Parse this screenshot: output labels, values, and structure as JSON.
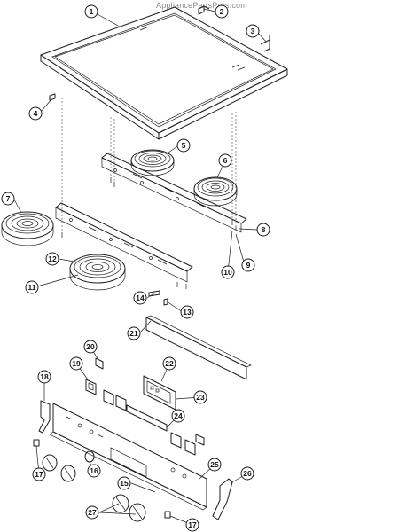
{
  "watermark": "AppliancePartsPros.com",
  "callouts": [
    {
      "id": "c1",
      "label": "1"
    },
    {
      "id": "c2",
      "label": "2"
    },
    {
      "id": "c3",
      "label": "3"
    },
    {
      "id": "c4",
      "label": "4"
    },
    {
      "id": "c5",
      "label": "5"
    },
    {
      "id": "c6",
      "label": "6"
    },
    {
      "id": "c7",
      "label": "7"
    },
    {
      "id": "c8",
      "label": "8"
    },
    {
      "id": "c9",
      "label": "9"
    },
    {
      "id": "c10",
      "label": "10"
    },
    {
      "id": "c11",
      "label": "11"
    },
    {
      "id": "c12",
      "label": "12"
    },
    {
      "id": "c13",
      "label": "13"
    },
    {
      "id": "c14",
      "label": "14"
    },
    {
      "id": "c15",
      "label": "15"
    },
    {
      "id": "c16",
      "label": "16"
    },
    {
      "id": "c17a",
      "label": "17"
    },
    {
      "id": "c17b",
      "label": "17"
    },
    {
      "id": "c18",
      "label": "18"
    },
    {
      "id": "c19",
      "label": "19"
    },
    {
      "id": "c20",
      "label": "20"
    },
    {
      "id": "c21",
      "label": "21"
    },
    {
      "id": "c22",
      "label": "22"
    },
    {
      "id": "c23",
      "label": "23"
    },
    {
      "id": "c24",
      "label": "24"
    },
    {
      "id": "c25",
      "label": "25"
    },
    {
      "id": "c26",
      "label": "26"
    },
    {
      "id": "c27",
      "label": "27"
    }
  ]
}
